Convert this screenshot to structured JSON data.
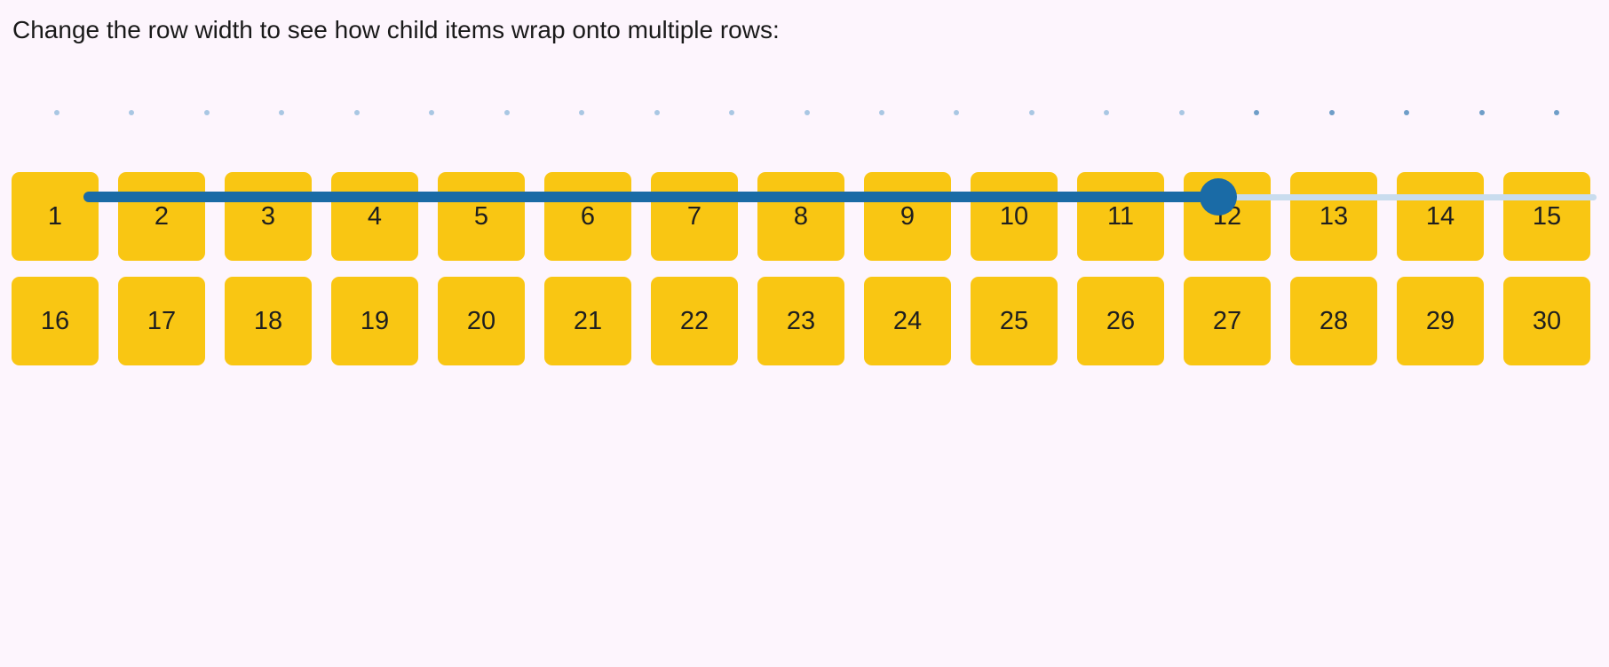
{
  "header": {
    "instruction": "Change the row width to see how child items wrap onto multiple rows:"
  },
  "slider": {
    "min": 0,
    "max": 20,
    "value": 15,
    "tick_count": 21
  },
  "items": [
    "1",
    "2",
    "3",
    "4",
    "5",
    "6",
    "7",
    "8",
    "9",
    "10",
    "11",
    "12",
    "13",
    "14",
    "15",
    "16",
    "17",
    "18",
    "19",
    "20",
    "21",
    "22",
    "23",
    "24",
    "25",
    "26",
    "27",
    "28",
    "29",
    "30"
  ],
  "colors": {
    "background": "#FDF5FD",
    "accent": "#1A6BA6",
    "track_inactive": "#C9DCEE",
    "tick_active": "#A9C7E3",
    "tick_inactive": "#6F9EC8",
    "item_bg": "#F9C613",
    "item_text": "#1F1F1F"
  }
}
